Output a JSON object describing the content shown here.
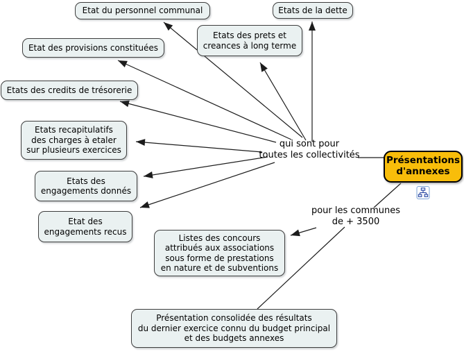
{
  "diagram": {
    "background": "#ffffff",
    "connector_color": "#1c1c1c",
    "topic_fill": "#eaf1f1",
    "topic_border": "#3d3d3d",
    "root": {
      "label": "Présentations\nd'annexes",
      "fill": "#f8bd0a",
      "border": "#000000",
      "icon": "map-link-icon"
    },
    "labels": {
      "qui_sont": "qui sont pour\ntoutes les collectivités",
      "communes": "pour les communes\nde + 3500"
    },
    "nodes": {
      "personnel": "Etat du personnel communal",
      "dette": "Etats de la dette",
      "prets": "Etats des prets et\ncreances à long terme",
      "provisions": "Etat des provisions constituées",
      "credits": "Etats des credits de trésorerie",
      "recapitulatifs": "Etats recapitulatifs\ndes charges à etaler\nsur plusieurs exercices",
      "engagements_donnes": "Etats des\nengagements donnés",
      "engagements_recus": "Etat des\nengagements recus",
      "concours": "Listes des concours\nattribués aux associations\nsous forme de prestations\nen nature et de subventions",
      "consolidee": "Présentation consolidée des résultats\ndu dernier exercice connu du budget principal\net des budgets annexes"
    }
  }
}
